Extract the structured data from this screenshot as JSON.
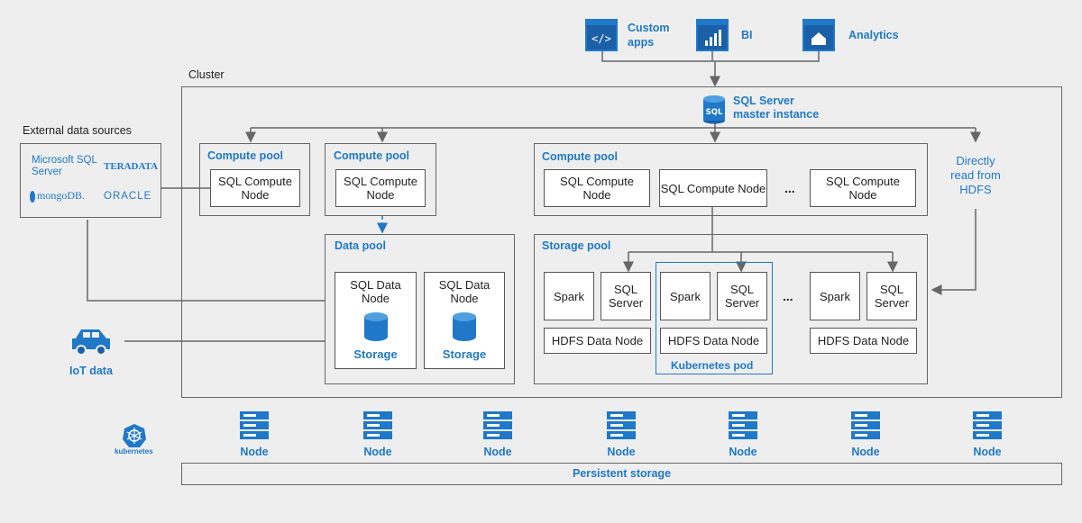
{
  "cluster_label": "Cluster",
  "external": {
    "title": "External data sources",
    "logos": [
      "Microsoft SQL Server",
      "TERADATA",
      "mongoDB.",
      "ORACLE"
    ]
  },
  "apps": [
    {
      "label": "Custom apps",
      "icon": "code-window-icon"
    },
    {
      "label": "BI",
      "icon": "chart-window-icon"
    },
    {
      "label": "Analytics",
      "icon": "home-window-icon"
    }
  ],
  "master": {
    "label": "SQL Server master instance",
    "icon_text": "SQL"
  },
  "direct_read": "Directly read from HDFS",
  "compute_pool_title": "Compute pool",
  "sql_compute_node": "SQL Compute Node",
  "data_pool": {
    "title": "Data pool",
    "node_label": "SQL Data Node",
    "storage_label": "Storage"
  },
  "storage_pool": {
    "title": "Storage pool",
    "spark": "Spark",
    "sql_server": "SQL Server",
    "hdfs": "HDFS Data Node",
    "pod_label": "Kubernetes pod"
  },
  "ellipsis": "...",
  "iot_label": "IoT data",
  "kubernetes_label": "kubernetes",
  "node_label": "Node",
  "persistent_storage": "Persistent storage",
  "colors": {
    "accent": "#1f78c8",
    "line": "#666666",
    "background": "#eeeeee"
  }
}
